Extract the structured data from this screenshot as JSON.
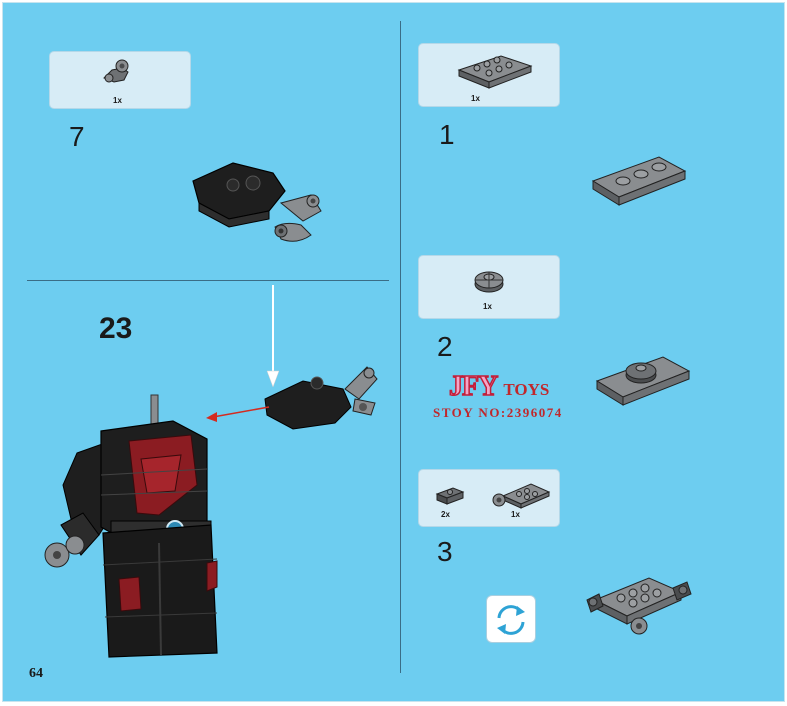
{
  "page": {
    "page_number": "64"
  },
  "left_column": {
    "top_step": {
      "number": "7",
      "callout_qty": "1x"
    },
    "main_step": {
      "number": "23"
    }
  },
  "right_column": {
    "steps": [
      {
        "number": "1",
        "callout_qty": [
          "1x"
        ]
      },
      {
        "number": "2",
        "callout_qty": [
          "1x"
        ]
      },
      {
        "number": "3",
        "callout_qty": [
          "2x",
          "1x"
        ]
      }
    ]
  },
  "watermark": {
    "brand": "JFY",
    "brand_suffix": "TOYS",
    "stock_line": "STOY NO:2396074"
  },
  "icons": {
    "rotate": "rotate-model-icon",
    "arrow_down": "arrow-down-icon",
    "arrow_attach": "arrow-left-icon"
  },
  "colors": {
    "background": "#6dcdf0",
    "callout": "#d7ecf6",
    "brick_black": "#1e1e1e",
    "brick_gray": "#8a8d90",
    "brick_red": "#8b1c22"
  }
}
